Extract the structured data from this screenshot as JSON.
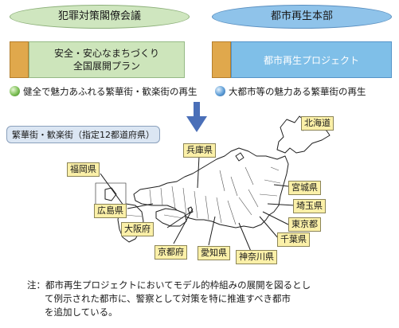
{
  "top": {
    "left_oval": "犯罪対策閣僚会議",
    "right_oval": "都市再生本部"
  },
  "panels": {
    "left_line1": "安全・安心なまちづくり",
    "left_line2": "全国展開プラン",
    "right": "都市再生プロジェクト"
  },
  "bullets": {
    "left": "健全で魅力あふれる繁華街・歓楽街の再生",
    "right": "大都市等の魅力ある繁華街の再生"
  },
  "category_label": "繁華街・歓楽街（指定12都道府県）",
  "prefectures": {
    "hokkaido": "北海道",
    "hyogo": "兵庫県",
    "fukuoka": "福岡県",
    "miyagi": "宮城県",
    "saitama": "埼玉県",
    "hiroshima": "広島県",
    "tokyo": "東京都",
    "osaka": "大阪府",
    "chiba": "千葉県",
    "kyoto": "京都府",
    "aichi": "愛知県",
    "kanagawa": "神奈川県"
  },
  "note": {
    "line1": "注：都市再生プロジェクトにおいてモデル的枠組みの展開を図るとし",
    "line2": "て例示された都市に、警察として対策を特に推進すべき都市",
    "line3": "を追加している。"
  },
  "colors": {
    "green_panel": "#cde5bb",
    "blue_panel": "#7fbfe8",
    "orange_tab": "#e0a84c",
    "label_fill": "#fbf0a8",
    "arrow": "#4a6fb8"
  }
}
